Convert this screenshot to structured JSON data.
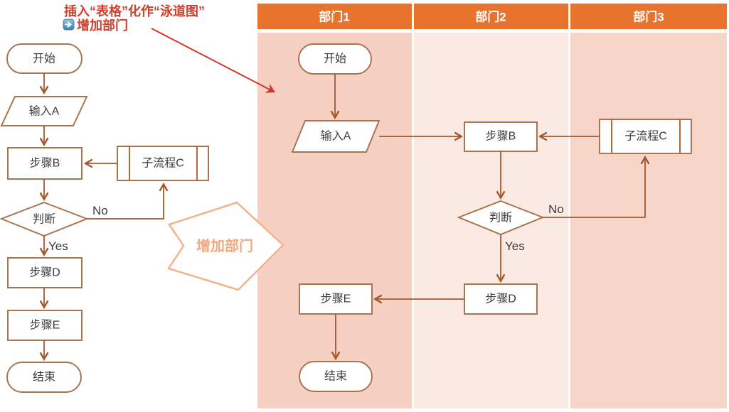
{
  "annotation": {
    "line1": "插入“表格”化作“泳道图”",
    "line2_label": "增加部门",
    "icon": "blue-right-arrow-icon",
    "text_color": "#d2402b"
  },
  "transform_arrow": {
    "label": "增加部门",
    "outline_color": "#f4b28a"
  },
  "left_flowchart": {
    "nodes": {
      "start": "开始",
      "input_a": "输入A",
      "step_b": "步骤B",
      "subprocess_c": "子流程C",
      "decision": "判断",
      "step_d": "步骤D",
      "step_e": "步骤E",
      "end": "结束"
    },
    "edge_labels": {
      "no": "No",
      "yes": "Yes"
    }
  },
  "swimlane": {
    "headers": [
      {
        "label": "部门1"
      },
      {
        "label": "部门2"
      },
      {
        "label": "部门3"
      }
    ],
    "header_color": "#e8732c",
    "lane_colors": [
      "#f6d0c2",
      "#fbeae3",
      "#f7d5c8"
    ],
    "nodes": {
      "start": "开始",
      "input_a": "输入A",
      "step_b": "步骤B",
      "subprocess_c": "子流程C",
      "decision": "判断",
      "step_d": "步骤D",
      "step_e": "步骤E",
      "end": "结束"
    },
    "edge_labels": {
      "no": "No",
      "yes": "Yes"
    }
  },
  "colors": {
    "shape_stroke": "#a8754e",
    "connector": "#a4582c",
    "node_text": "#3c3c3c",
    "annotation_red": "#ce3a28",
    "canvas_bg": "#ffffff"
  }
}
